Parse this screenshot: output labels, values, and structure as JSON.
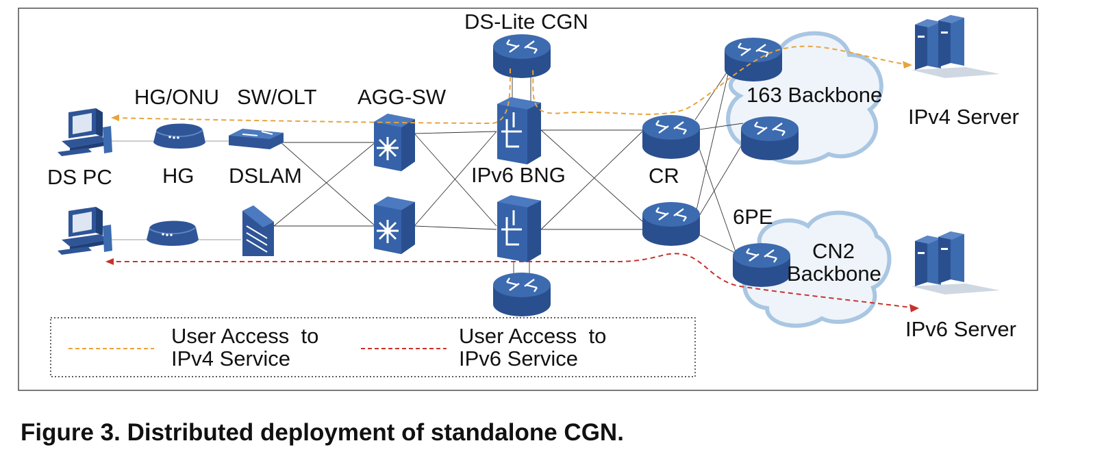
{
  "diagram": {
    "nodes": {
      "ds_lite_cgn": "DS-Lite CGN",
      "hg_onu": "HG/ONU",
      "sw_olt": "SW/OLT",
      "agg_sw": "AGG-SW",
      "ds_pc": "DS PC",
      "hg": "HG",
      "dslam": "DSLAM",
      "ipv6_bng": "IPv6 BNG",
      "cr": "CR",
      "backbone_163": "163 Backbone",
      "ipv4_server": "IPv4 Server",
      "pe_6": "6PE",
      "cn2_line1": "CN2",
      "cn2_line2": "Backbone",
      "ipv6_server": "IPv6 Server"
    },
    "legend": {
      "ipv4_line1": "User Access  to",
      "ipv4_line2": "IPv4 Service",
      "ipv6_line1": "User Access  to",
      "ipv6_line2": "IPv6 Service"
    },
    "colors": {
      "device_blue": "#2f5597",
      "ipv4_path": "#e8a33c",
      "ipv6_path": "#c8312a",
      "cloud_fill": "#eef4fa",
      "cloud_edge": "#a9c6e2"
    }
  },
  "caption": "Figure 3. Distributed deployment of standalone CGN."
}
